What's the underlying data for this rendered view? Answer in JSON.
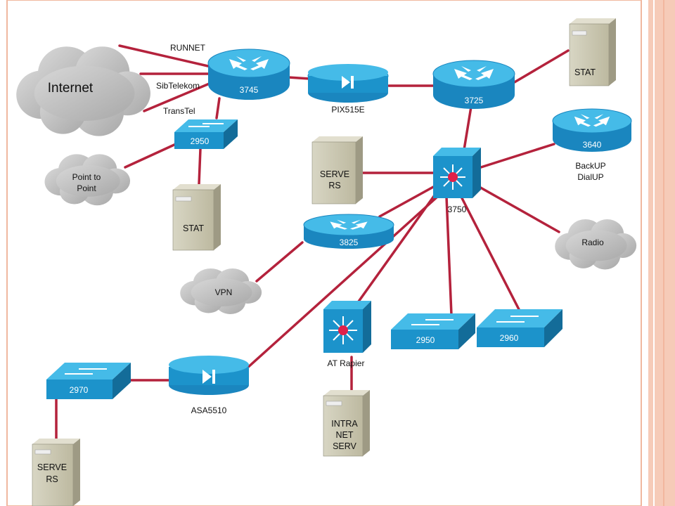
{
  "colors": {
    "link": "#b4223c",
    "device_blue": "#1e9ccf",
    "cloud": "#c3c3c3",
    "server": "#ccc9b5",
    "border_peach": "#f5c9b5"
  },
  "clouds": {
    "internet": "Internet",
    "p2p_line1": "Point to",
    "p2p_line2": "Point",
    "vpn": "VPN",
    "radio": "Radio"
  },
  "isp": {
    "runnet": "RUNNET",
    "sibtelekom": "SibTelekom",
    "transtel": "TransTel"
  },
  "routers": {
    "r3745": "3745",
    "r3725": "3725",
    "r3640": "3640",
    "r3825": "3825"
  },
  "firewalls": {
    "pix": "PIX515E",
    "asa": "ASA5510"
  },
  "switches": {
    "sw2950_top": "2950",
    "sw2950_bottom": "2950",
    "sw2960": "2960",
    "sw2970": "2970"
  },
  "core": {
    "c3750": "3750",
    "at_rapier": "AT Rapier"
  },
  "backup": {
    "line1": "BackUP",
    "line2": "DialUP"
  },
  "servers": {
    "stat_top": "STAT",
    "stat_left": "STAT",
    "servers_mid_l1": "SERVE",
    "servers_mid_l2": "RS",
    "intranet_l1": "INTRA",
    "intranet_l2": "NET",
    "intranet_l3": "SERV",
    "servers_bottom_l1": "SERVE",
    "servers_bottom_l2": "RS"
  }
}
